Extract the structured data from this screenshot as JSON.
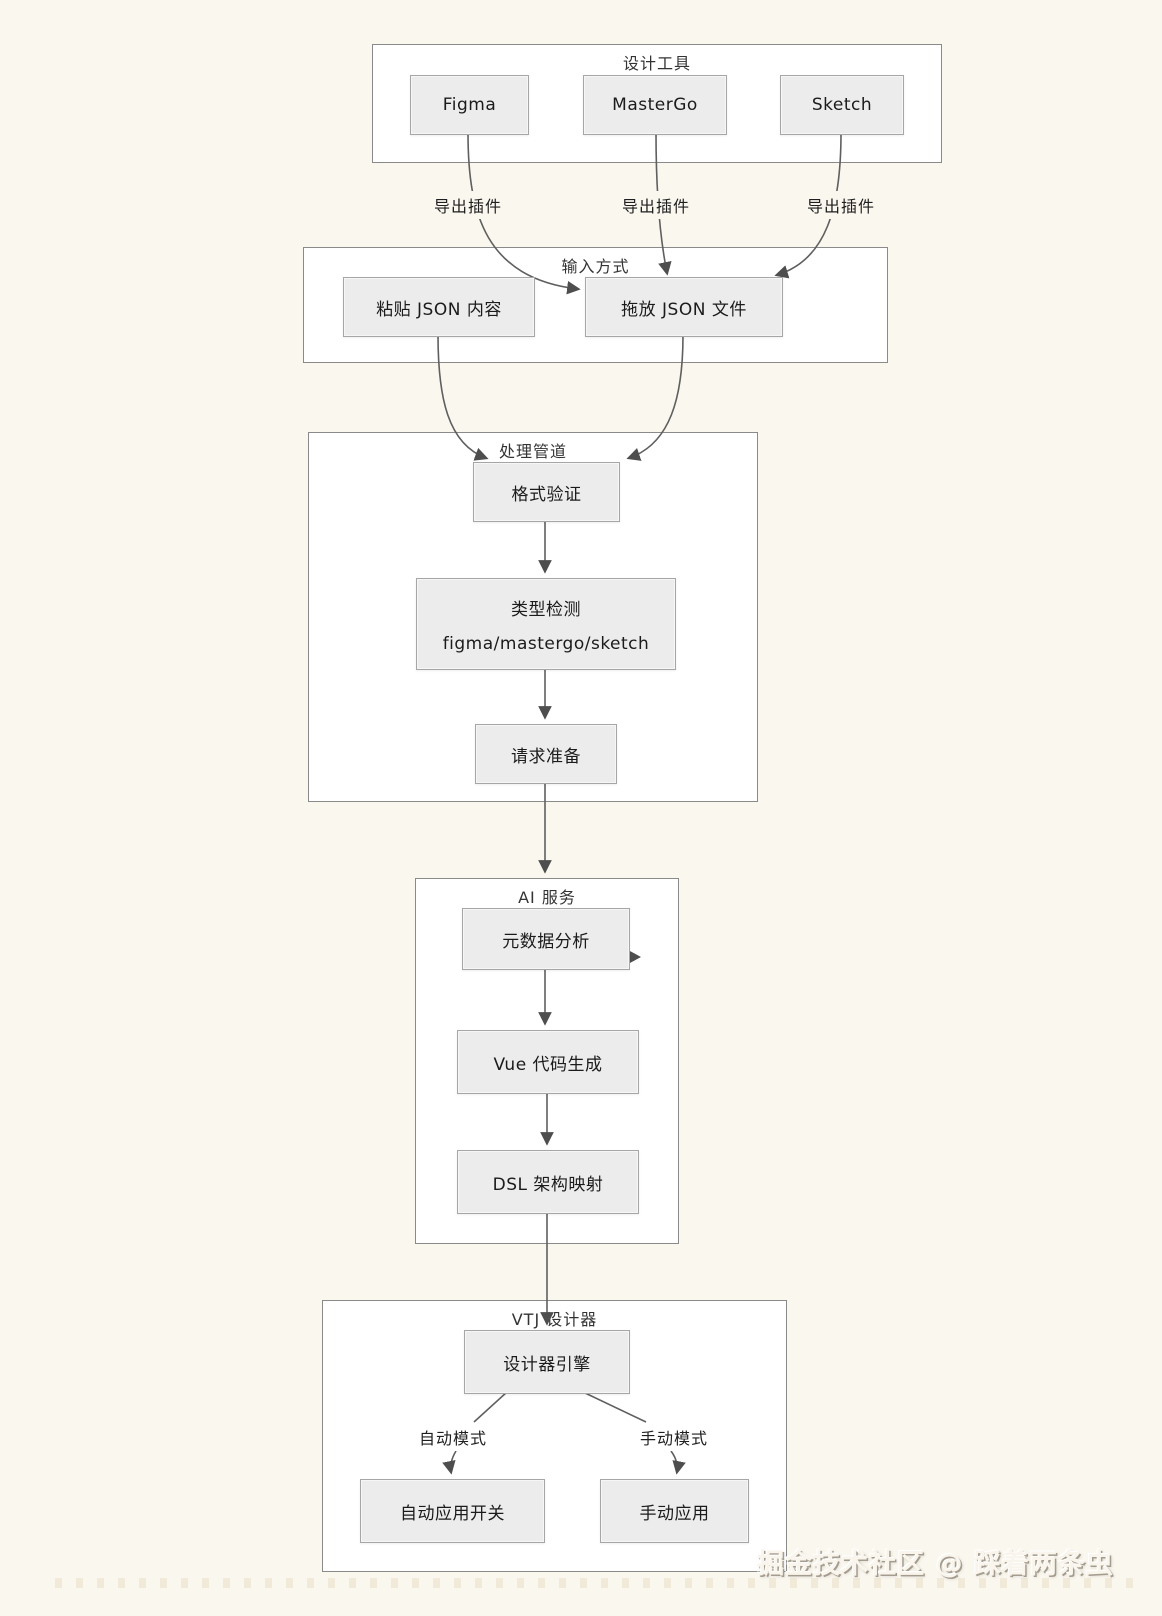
{
  "diagram": {
    "colors": {
      "page_background": "#faf7ef",
      "container_fill": "#ffffff",
      "container_border": "#8a8a8a",
      "node_fill": "#ececec",
      "node_border": "#a6a6a6",
      "edge": "#5f5f5f",
      "text": "#1b1b1b"
    },
    "containers": [
      {
        "title": "设计工具",
        "nodes": [
          {
            "label": "Figma"
          },
          {
            "label": "MasterGo"
          },
          {
            "label": "Sketch"
          }
        ]
      },
      {
        "title": "输入方式",
        "nodes": [
          {
            "label": "粘贴 JSON 内容"
          },
          {
            "label": "拖放 JSON 文件"
          }
        ]
      },
      {
        "title": "处理管道",
        "nodes": [
          {
            "label": "格式验证"
          },
          {
            "label": "类型检测",
            "sublabel": "figma/mastergo/sketch"
          },
          {
            "label": "请求准备"
          }
        ]
      },
      {
        "title": "AI 服务",
        "nodes": [
          {
            "label": "元数据分析"
          },
          {
            "label": "Vue 代码生成"
          },
          {
            "label": "DSL 架构映射"
          }
        ]
      },
      {
        "title": "VTJ 设计器",
        "nodes": [
          {
            "label": "设计器引擎"
          },
          {
            "label": "自动应用开关"
          },
          {
            "label": "手动应用"
          }
        ]
      }
    ],
    "edge_labels": {
      "export_plugin_figma": "导出插件",
      "export_plugin_mastergo": "导出插件",
      "export_plugin_sketch": "导出插件",
      "auto_mode": "自动模式",
      "manual_mode": "手动模式"
    },
    "watermark": "掘金技术社区 @ 踩着两条虫"
  }
}
